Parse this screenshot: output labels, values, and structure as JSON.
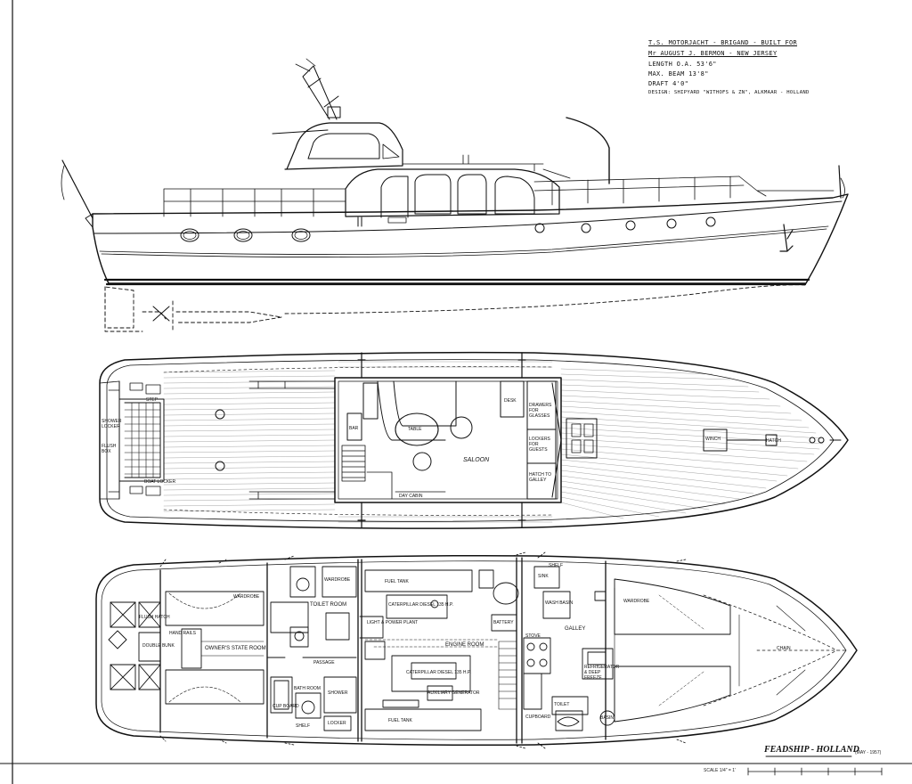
{
  "title_block": {
    "line1": "T.S. MOTORJACHT - BRIGAND - BUILT FOR",
    "line2": "Mr AUGUST J. BERMON - NEW JERSEY",
    "line3": "LENGTH O.A. 53'6\"",
    "line4": "MAX. BEAM 13'8\"",
    "line5": "DRAFT 4'0\"",
    "line6": "DESIGN: SHIPYARD \"WITHOFS & ZN\", ALKMAAR - HOLLAND"
  },
  "yard_signature": "FEADSHIP - HOLLAND",
  "yard_date": "(MAY - 1957)",
  "scale_note": "SCALE 1/4\" = 1'",
  "deck_labels": {
    "saloon": "SALOON",
    "table": "TABLE",
    "desk": "DESK",
    "bar": "BAR",
    "hatch_to_galley": "HATCH TO GALLEY",
    "drawers_for_glasses": "DRAWERS FOR GLASSES",
    "lockers_for_guests": "LOCKERS FOR GUESTS",
    "day_cabin": "DAY CABIN",
    "step": "STEP",
    "flush_box": "FLUSH BOX",
    "shower_locker": "SHOWER LOCKER",
    "boat_locker": "BOAT LOCKER",
    "hatch": "HATCH",
    "winch": "WINCH"
  },
  "plan_labels": {
    "owners_stateroom": "OWNER'S STATE ROOM",
    "wardrobe_1": "WARDROBE",
    "wardrobe_2": "WARDROBE",
    "toilet_room": "TOILET ROOM",
    "engine_room": "ENGINE ROOM",
    "passage": "PASSAGE",
    "shower": "SHOWER",
    "bath_room": "BATH ROOM",
    "cup_board": "CUP BOARD",
    "shelf": "SHELF",
    "locker": "LOCKER",
    "galley": "GALLEY",
    "chain": "CHAIN",
    "wash_basin": "WASH BASIN",
    "refrigerator_deep_freeze": "REFRIGERATOR & DEEP FREEZE",
    "toilet": "TOILET",
    "wardrobe_fwd": "WARDROBE",
    "cupboard_fwd": "CUPBOARD",
    "fuel_tank_port": "FUEL TANK",
    "fuel_tank_stbd": "FUEL TANK",
    "engine_stbd": "CATERPILLAR DIESEL 135 H.P.",
    "engine_port": "CATERPILLAR DIESEL 135 H.P.",
    "generator_1": "LIGHT & POWER PLANT",
    "generator_2": "AUXILIARY GENERATOR",
    "battery": "BATTERY",
    "stove": "STOVE",
    "sink": "SINK",
    "basin": "BASIN",
    "shelf_fwd": "SHELF",
    "double_bunk": "DOUBLE BUNK",
    "flush_hatch": "FLUSH HATCH",
    "hand_rails": "HAND RAILS"
  },
  "colors": {
    "ink": "#111111",
    "paper": "#ffffff"
  }
}
